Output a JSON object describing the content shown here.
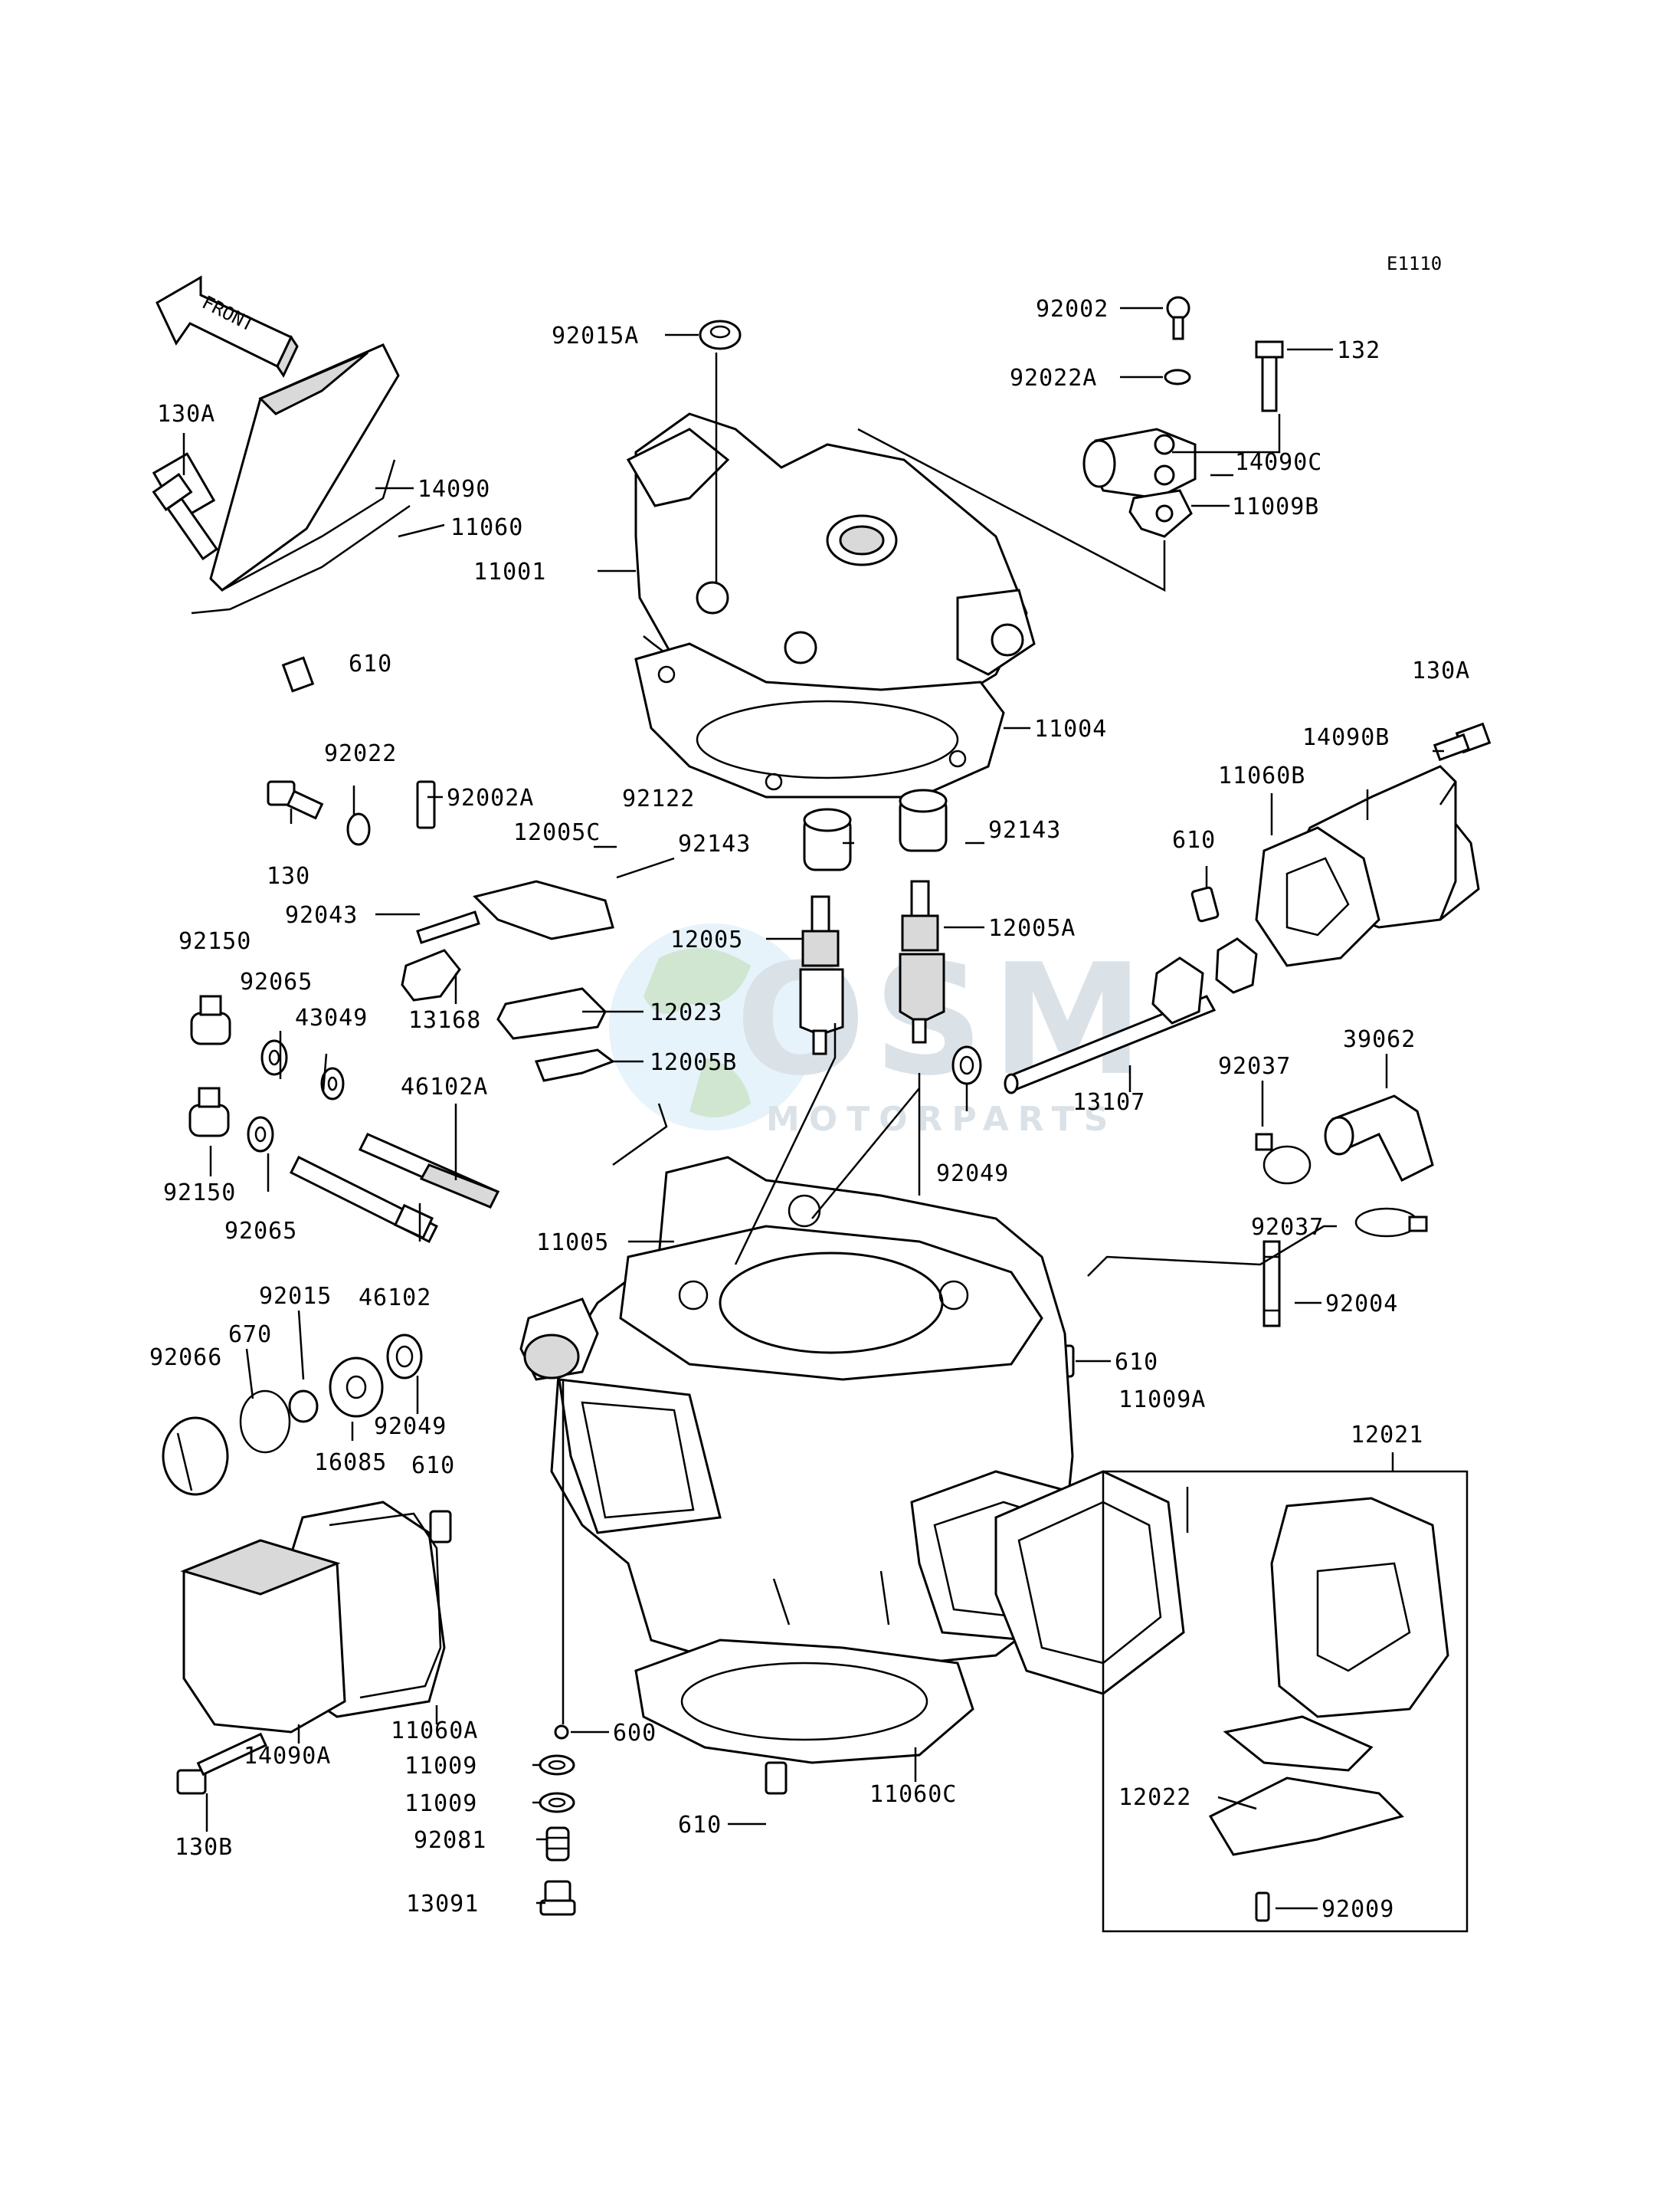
{
  "diagram_code": "E1110",
  "front_arrow_label": "FRONT",
  "watermark": {
    "brand": "OSM",
    "sub": "MOTORPARTS"
  },
  "labels": [
    "92015A",
    "92002",
    "92022A",
    "132",
    "14090C",
    "11009B",
    "130A",
    "14090",
    "11060",
    "11001",
    "610",
    "11004",
    "130A",
    "14090B",
    "11060B",
    "610",
    "92022",
    "92002A",
    "12005C",
    "92122",
    "92143",
    "92143",
    "130",
    "92043",
    "12005",
    "12005A",
    "92150",
    "92065",
    "43049",
    "12023",
    "13168",
    "12005B",
    "46102A",
    "13107",
    "39062",
    "92037",
    "92049",
    "92150",
    "92065",
    "11005",
    "92037",
    "46102",
    "92004",
    "92015",
    "670",
    "92066",
    "610",
    "16085",
    "92049",
    "11009A",
    "610",
    "12021",
    "11060A",
    "600",
    "14090A",
    "11009",
    "11009",
    "610",
    "11060C",
    "12022",
    "92081",
    "130B",
    "13091",
    "92009"
  ]
}
